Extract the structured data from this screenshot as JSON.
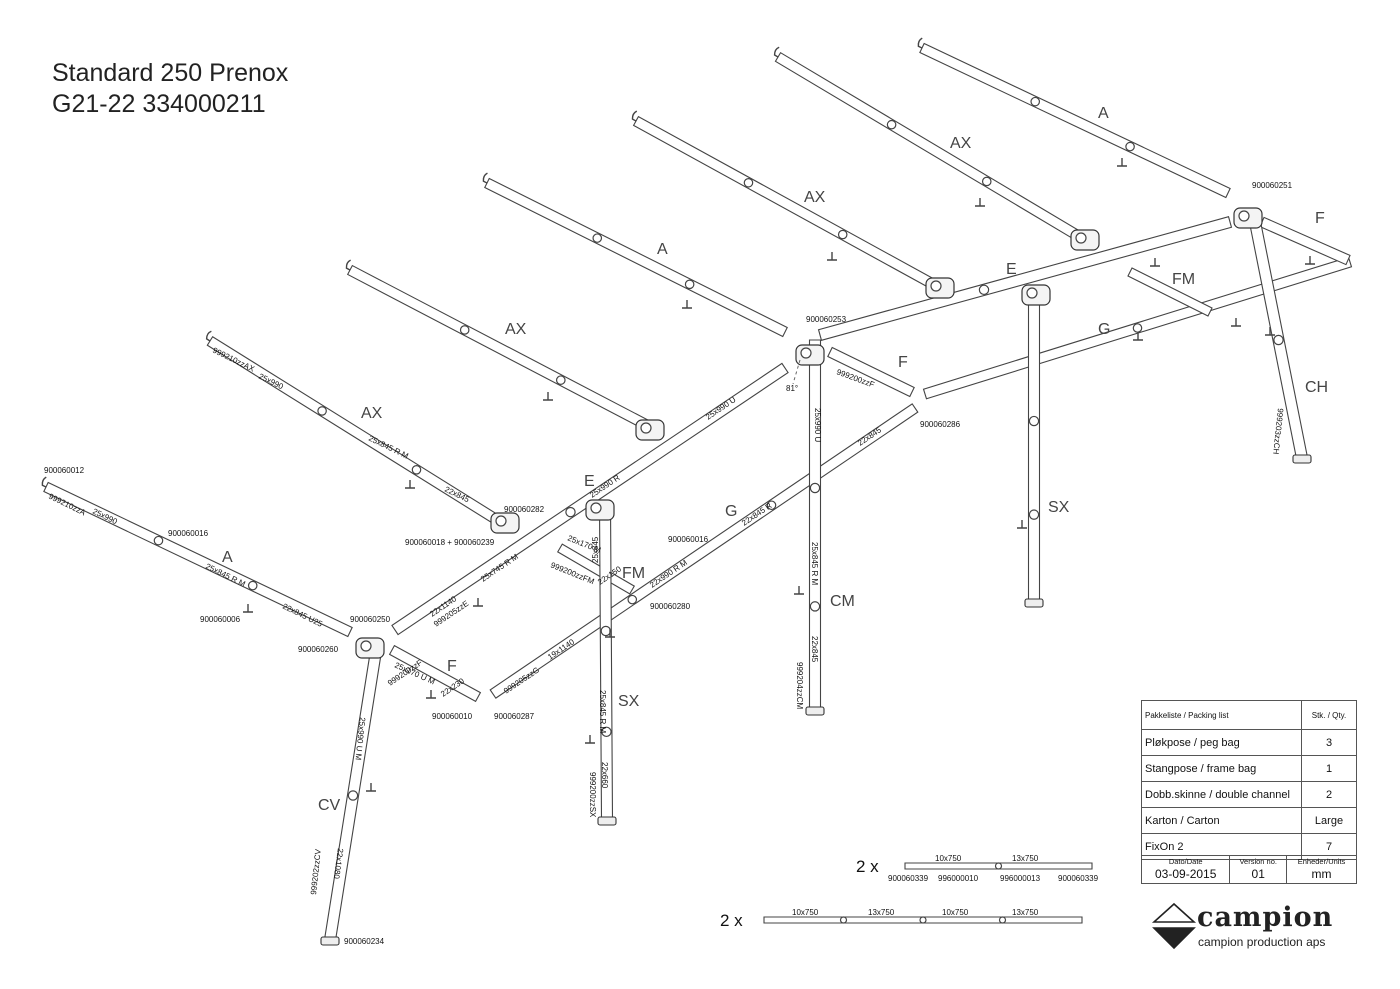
{
  "title": {
    "line1": "Standard 250 Prenox",
    "line2": "G21-22 334000211"
  },
  "pole_labels": [
    "A",
    "AX",
    "AX",
    "A",
    "AX",
    "AX",
    "A",
    "E",
    "E",
    "F",
    "F",
    "F",
    "FM",
    "FM",
    "G",
    "G",
    "CH",
    "CM",
    "CV",
    "SX",
    "SX"
  ],
  "dimension_labels": [
    "999210zzAX",
    "25x990",
    "25x845 R M",
    "22x845",
    "999210zzA",
    "25x990",
    "25x845 R M",
    "22x845 U25",
    "25x990 U",
    "25x990 R",
    "25x745 R M",
    "22x1140",
    "999205zzE",
    "25x170 M",
    "25x845",
    "22x150",
    "999200zzFM",
    "22x990 R M",
    "22x845",
    "22x845 R",
    "25x990 U",
    "25x845 R M",
    "22x845",
    "999204zzCM",
    "25x170 U M",
    "999200zzF",
    "22x230",
    "19x1140",
    "999205zzG",
    "25x845 R M",
    "22x660",
    "999200zzSX",
    "25x990 U M",
    "22x1080",
    "999202zzCV",
    "999200zzF",
    "999203zzCH"
  ],
  "part_numbers": [
    "900060012",
    "900060016",
    "900060006",
    "900060260",
    "900060250",
    "900060010",
    "900060287",
    "900060018 + 900060239",
    "900060282",
    "900060016",
    "900060280",
    "900060253",
    "900060286",
    "900060251",
    "900060234"
  ],
  "angle_label": "81°",
  "accessories": [
    {
      "multiplier": "2 x",
      "segments": [
        "10x750",
        "13x750"
      ],
      "part_numbers": [
        "900060339",
        "996000010",
        "996000013",
        "900060339"
      ]
    },
    {
      "multiplier": "2 x",
      "segments": [
        "10x750",
        "13x750",
        "10x750",
        "13x750"
      ],
      "part_numbers": []
    }
  ],
  "packing_list": {
    "header": [
      "Pakkeliste / Packing list",
      "Stk. / Qty."
    ],
    "rows": [
      {
        "item": "Pløkpose / peg bag",
        "qty": "3"
      },
      {
        "item": "Stangpose / frame bag",
        "qty": "1"
      },
      {
        "item": "Dobb.skinne / double channel",
        "qty": "2"
      },
      {
        "item": "Karton / Carton",
        "qty": "Large"
      },
      {
        "item": "FixOn 2",
        "qty": "7"
      }
    ]
  },
  "meta": [
    {
      "key": "Dato/Date",
      "value": "03-09-2015"
    },
    {
      "key": "Version no.",
      "value": "01"
    },
    {
      "key": "Enheder/Units",
      "value": "mm"
    }
  ],
  "brand": {
    "name": "campion",
    "tagline": "campion production aps"
  }
}
